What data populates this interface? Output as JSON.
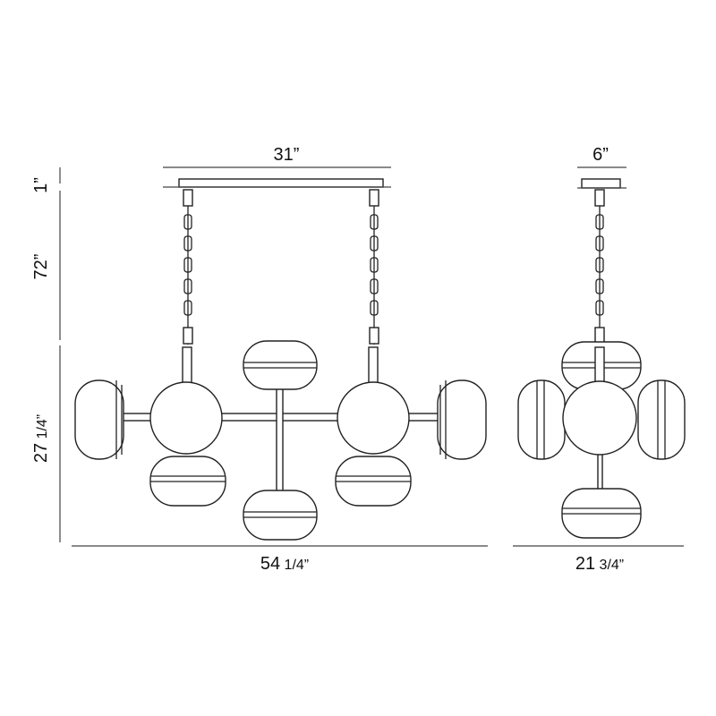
{
  "front_view": {
    "width_top": {
      "whole": "31”",
      "fraction": ""
    },
    "width_overall": {
      "whole": "54",
      "fraction": " 1/4”"
    }
  },
  "side_view": {
    "canopy_width": {
      "whole": "6”",
      "fraction": ""
    },
    "width_overall": {
      "whole": "21",
      "fraction": " 3/4”"
    }
  },
  "heights": {
    "canopy": {
      "whole": "1”",
      "fraction": ""
    },
    "chain": {
      "whole": "72”",
      "fraction": ""
    },
    "fixture": {
      "whole": "27",
      "fraction": " 1/4”"
    }
  },
  "colors": {
    "line": "#222222",
    "background": "#ffffff"
  }
}
